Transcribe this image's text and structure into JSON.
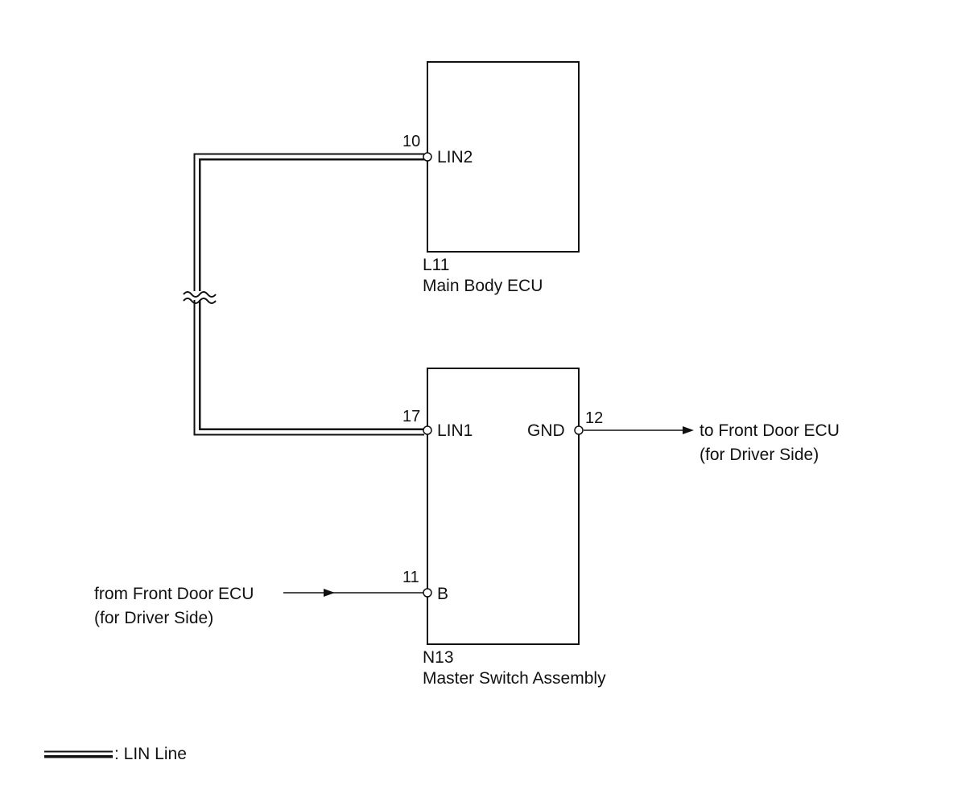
{
  "ecu_main": {
    "code": "L11",
    "name": "Main Body ECU",
    "pin_number": "10",
    "pin_name": "LIN2"
  },
  "ecu_master": {
    "code": "N13",
    "name": "Master Switch Assembly",
    "pin_lin1_number": "17",
    "pin_lin1_name": "LIN1",
    "pin_gnd_number": "12",
    "pin_gnd_name": "GND",
    "pin_b_number": "11",
    "pin_b_name": "B"
  },
  "connections": {
    "to_line1": "to Front Door ECU",
    "to_line2": "(for Driver Side)",
    "from_line1": "from Front Door ECU",
    "from_line2": "(for Driver Side)"
  },
  "legend": {
    "label": ": LIN Line"
  },
  "colors": {
    "line": "#111111",
    "background": "#ffffff"
  }
}
